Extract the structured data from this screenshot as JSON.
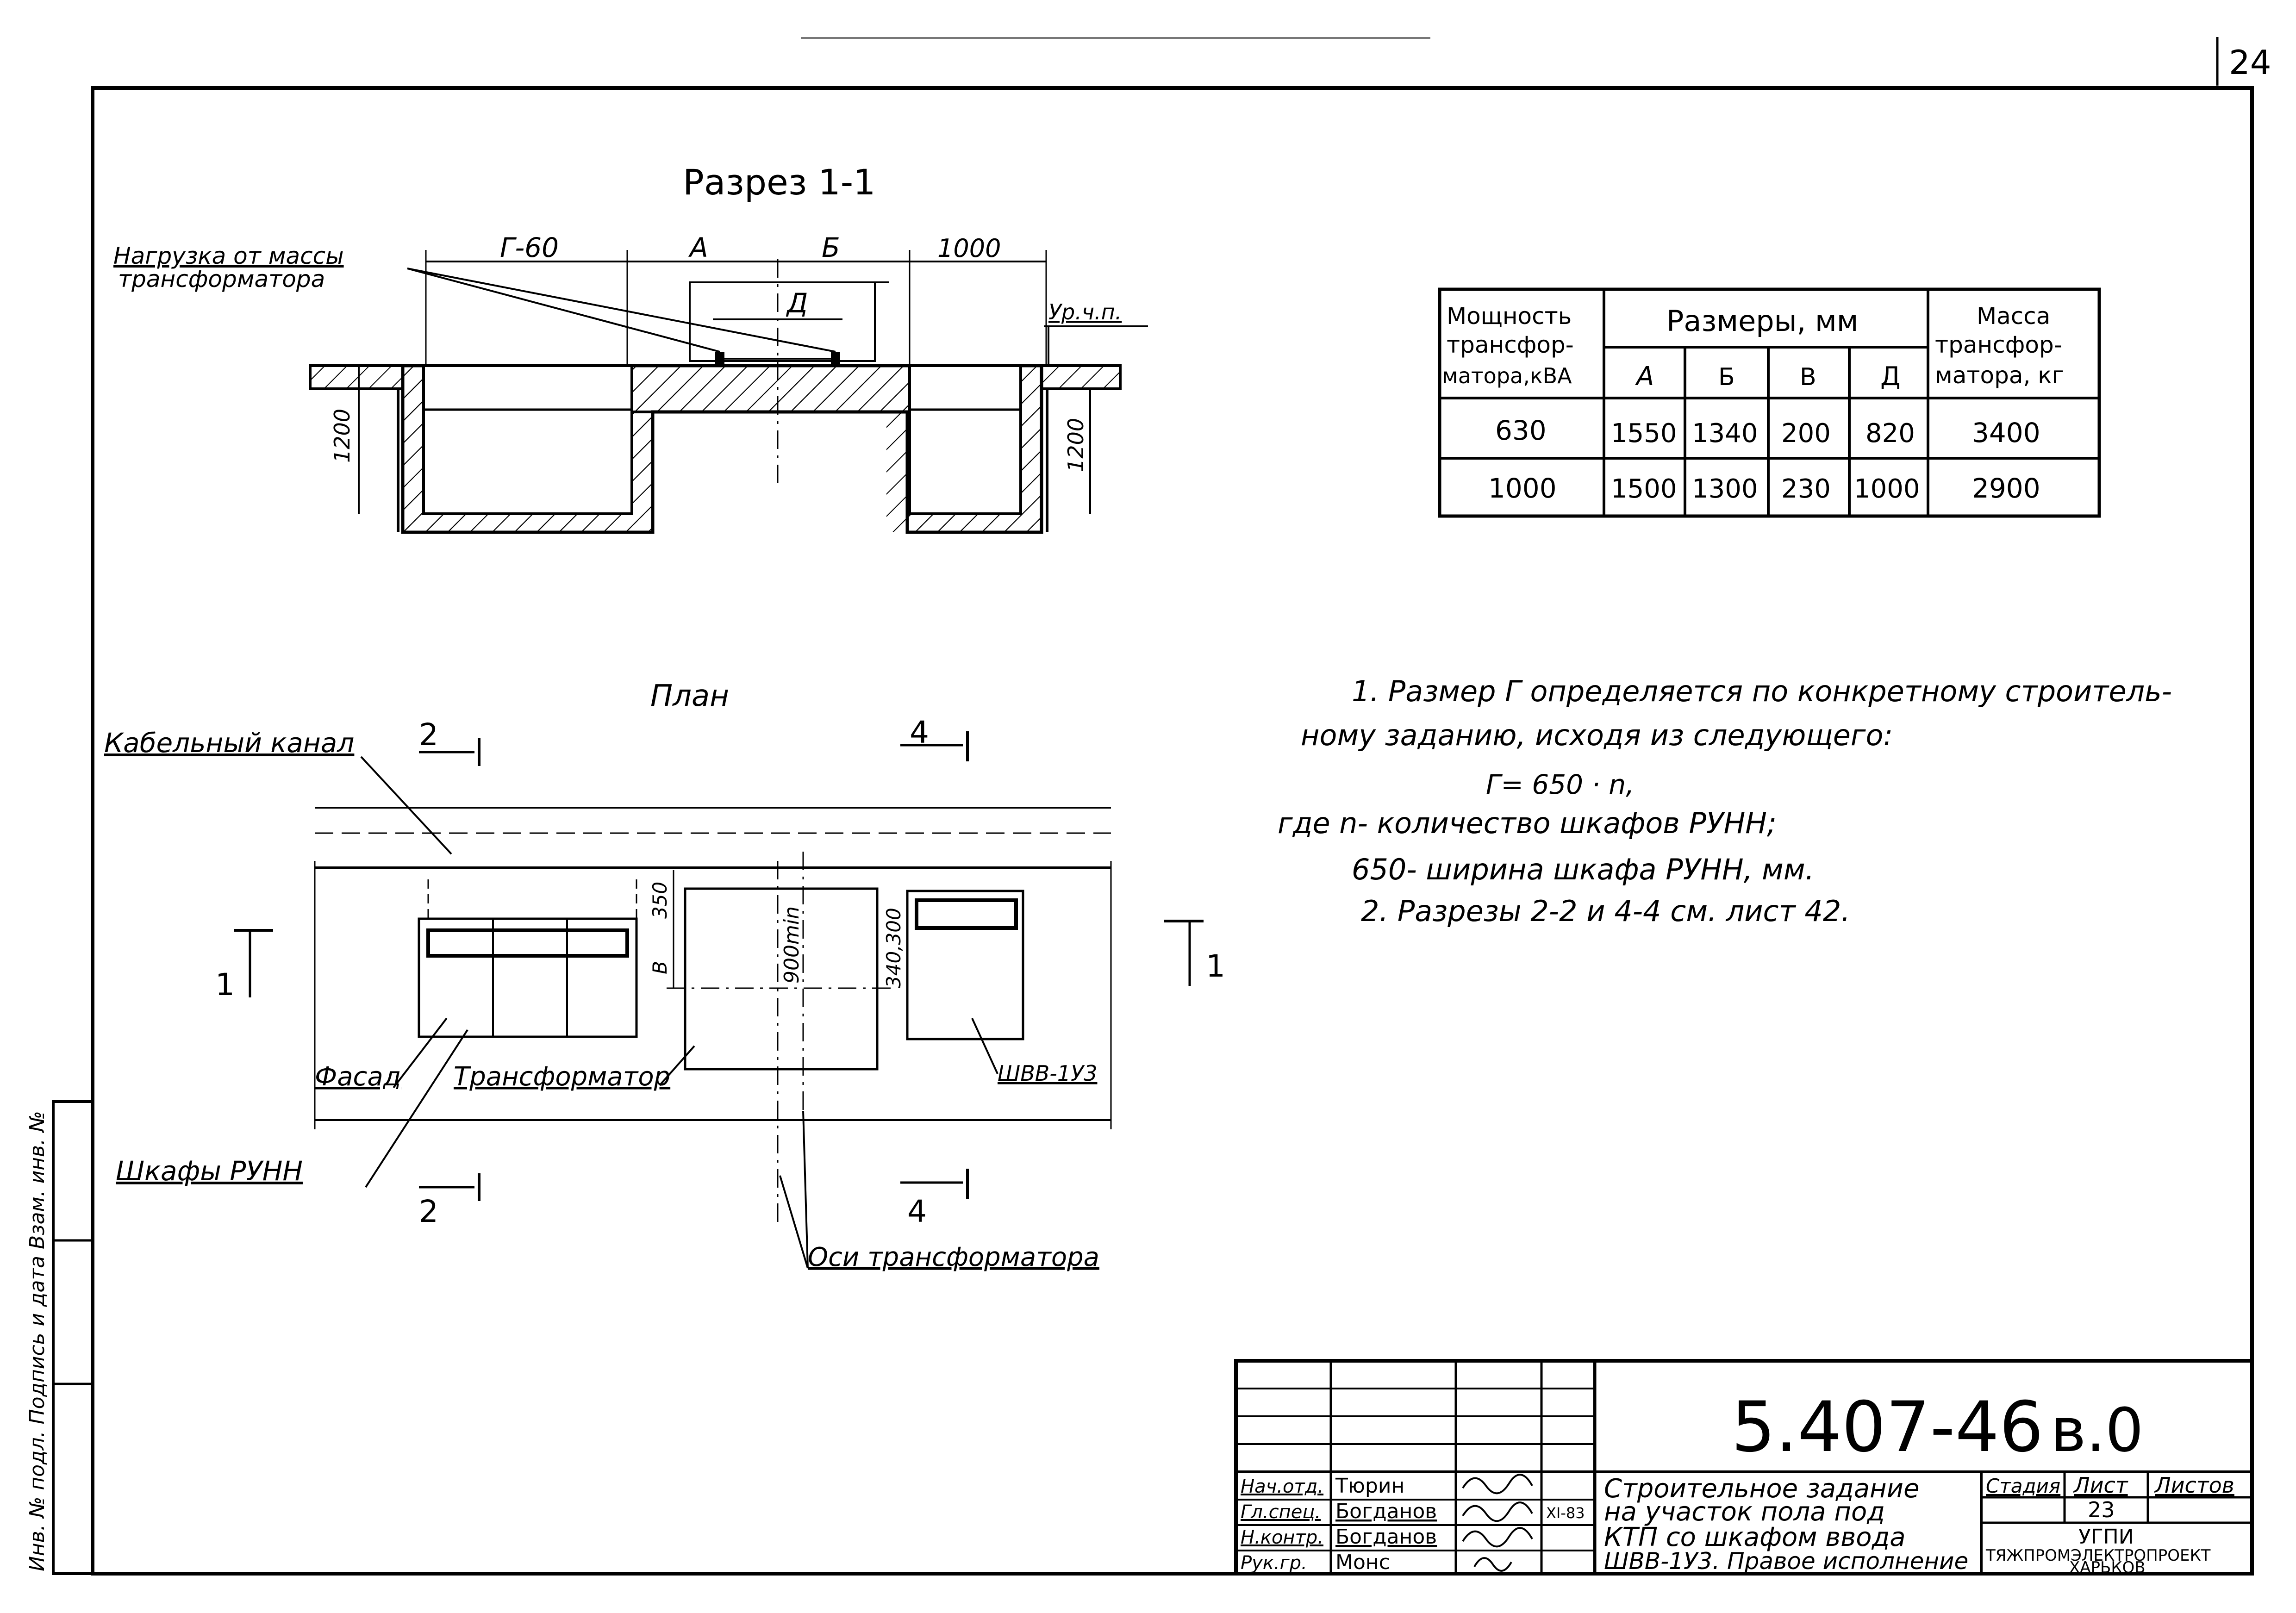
{
  "sheet_no": "24",
  "section": {
    "title": "Разрез 1-1",
    "load_label_1": "Нагрузка от массы",
    "load_label_2": "трансформатора",
    "dim_g60": "Г-60",
    "dim_a": "А",
    "dim_b": "Б",
    "dim_1000": "1000",
    "dim_d": "Д",
    "floor_level": "Ур.ч.п.",
    "dim_1200_left": "1200",
    "dim_1200_right": "1200"
  },
  "table": {
    "header_power_1": "Мощность",
    "header_power_2": "трансфор-",
    "header_power_3": "матора,кВА",
    "header_dims": "Размеры, мм",
    "header_mass_1": "Масса",
    "header_mass_2": "трансфор-",
    "header_mass_3": "матора, кг",
    "col_a": "А",
    "col_b": "Б",
    "col_v": "В",
    "col_d": "Д",
    "rows": [
      {
        "power": "630",
        "a": "1550",
        "b": "1340",
        "v": "200",
        "d": "820",
        "mass": "3400"
      },
      {
        "power": "1000",
        "a": "1500",
        "b": "1300",
        "v": "230",
        "d": "1000",
        "mass": "2900"
      }
    ]
  },
  "plan": {
    "title": "План",
    "cable_channel": "Кабельный канал",
    "cut2_top": "2",
    "cut4_top": "4",
    "cut2_bottom": "2",
    "cut4_bottom": "4",
    "cut1_left": "1",
    "cut1_right": "1",
    "dim_350": "350",
    "dim_v": "В",
    "dim_900": "900min",
    "dim_340_300": "340,300",
    "facade": "Фасад",
    "transformer": "Трансформатор",
    "cabinet": "ШВВ-1У3",
    "cabinets_runn": "Шкафы РУНН",
    "axes": "Оси трансформатора"
  },
  "notes": {
    "line1a": "1. Размер Г определяется по конкретному строитель-",
    "line1b": "ному заданию, исходя из следующего:",
    "formula": "Г= 650 · n,",
    "where": "где n- количество шкафов РУНН;",
    "width": "650- ширина шкафа РУНН, мм.",
    "line2": "2. Разрезы 2-2 и 4-4 см. лист 42."
  },
  "side_stamp": "Инв. № подл.   Подпись и дата   Взам. инв. №",
  "title_block": {
    "code": "5.407-46",
    "issue": "в.0",
    "description": [
      "Строительное задание",
      "на участок пола под",
      "КТП со шкафом ввода",
      "ШВВ-1У3. Правое исполнение"
    ],
    "stage_label": "Стадия",
    "sheet_label": "Лист",
    "sheets_label": "Листов",
    "sheet_value": "23",
    "org_1": "УГПИ",
    "org_2": "ТЯЖПРОМЭЛЕКТРОПРОЕКТ",
    "org_3": "ХАРЬКОВ",
    "date": "XI-83",
    "staff": [
      {
        "role": "Нач.отд.",
        "name": "Тюрин"
      },
      {
        "role": "Гл.спец.",
        "name": "Богданов"
      },
      {
        "role": "Н.контр.",
        "name": "Богданов"
      },
      {
        "role": "Рук.гр.",
        "name": "Монс"
      }
    ]
  }
}
